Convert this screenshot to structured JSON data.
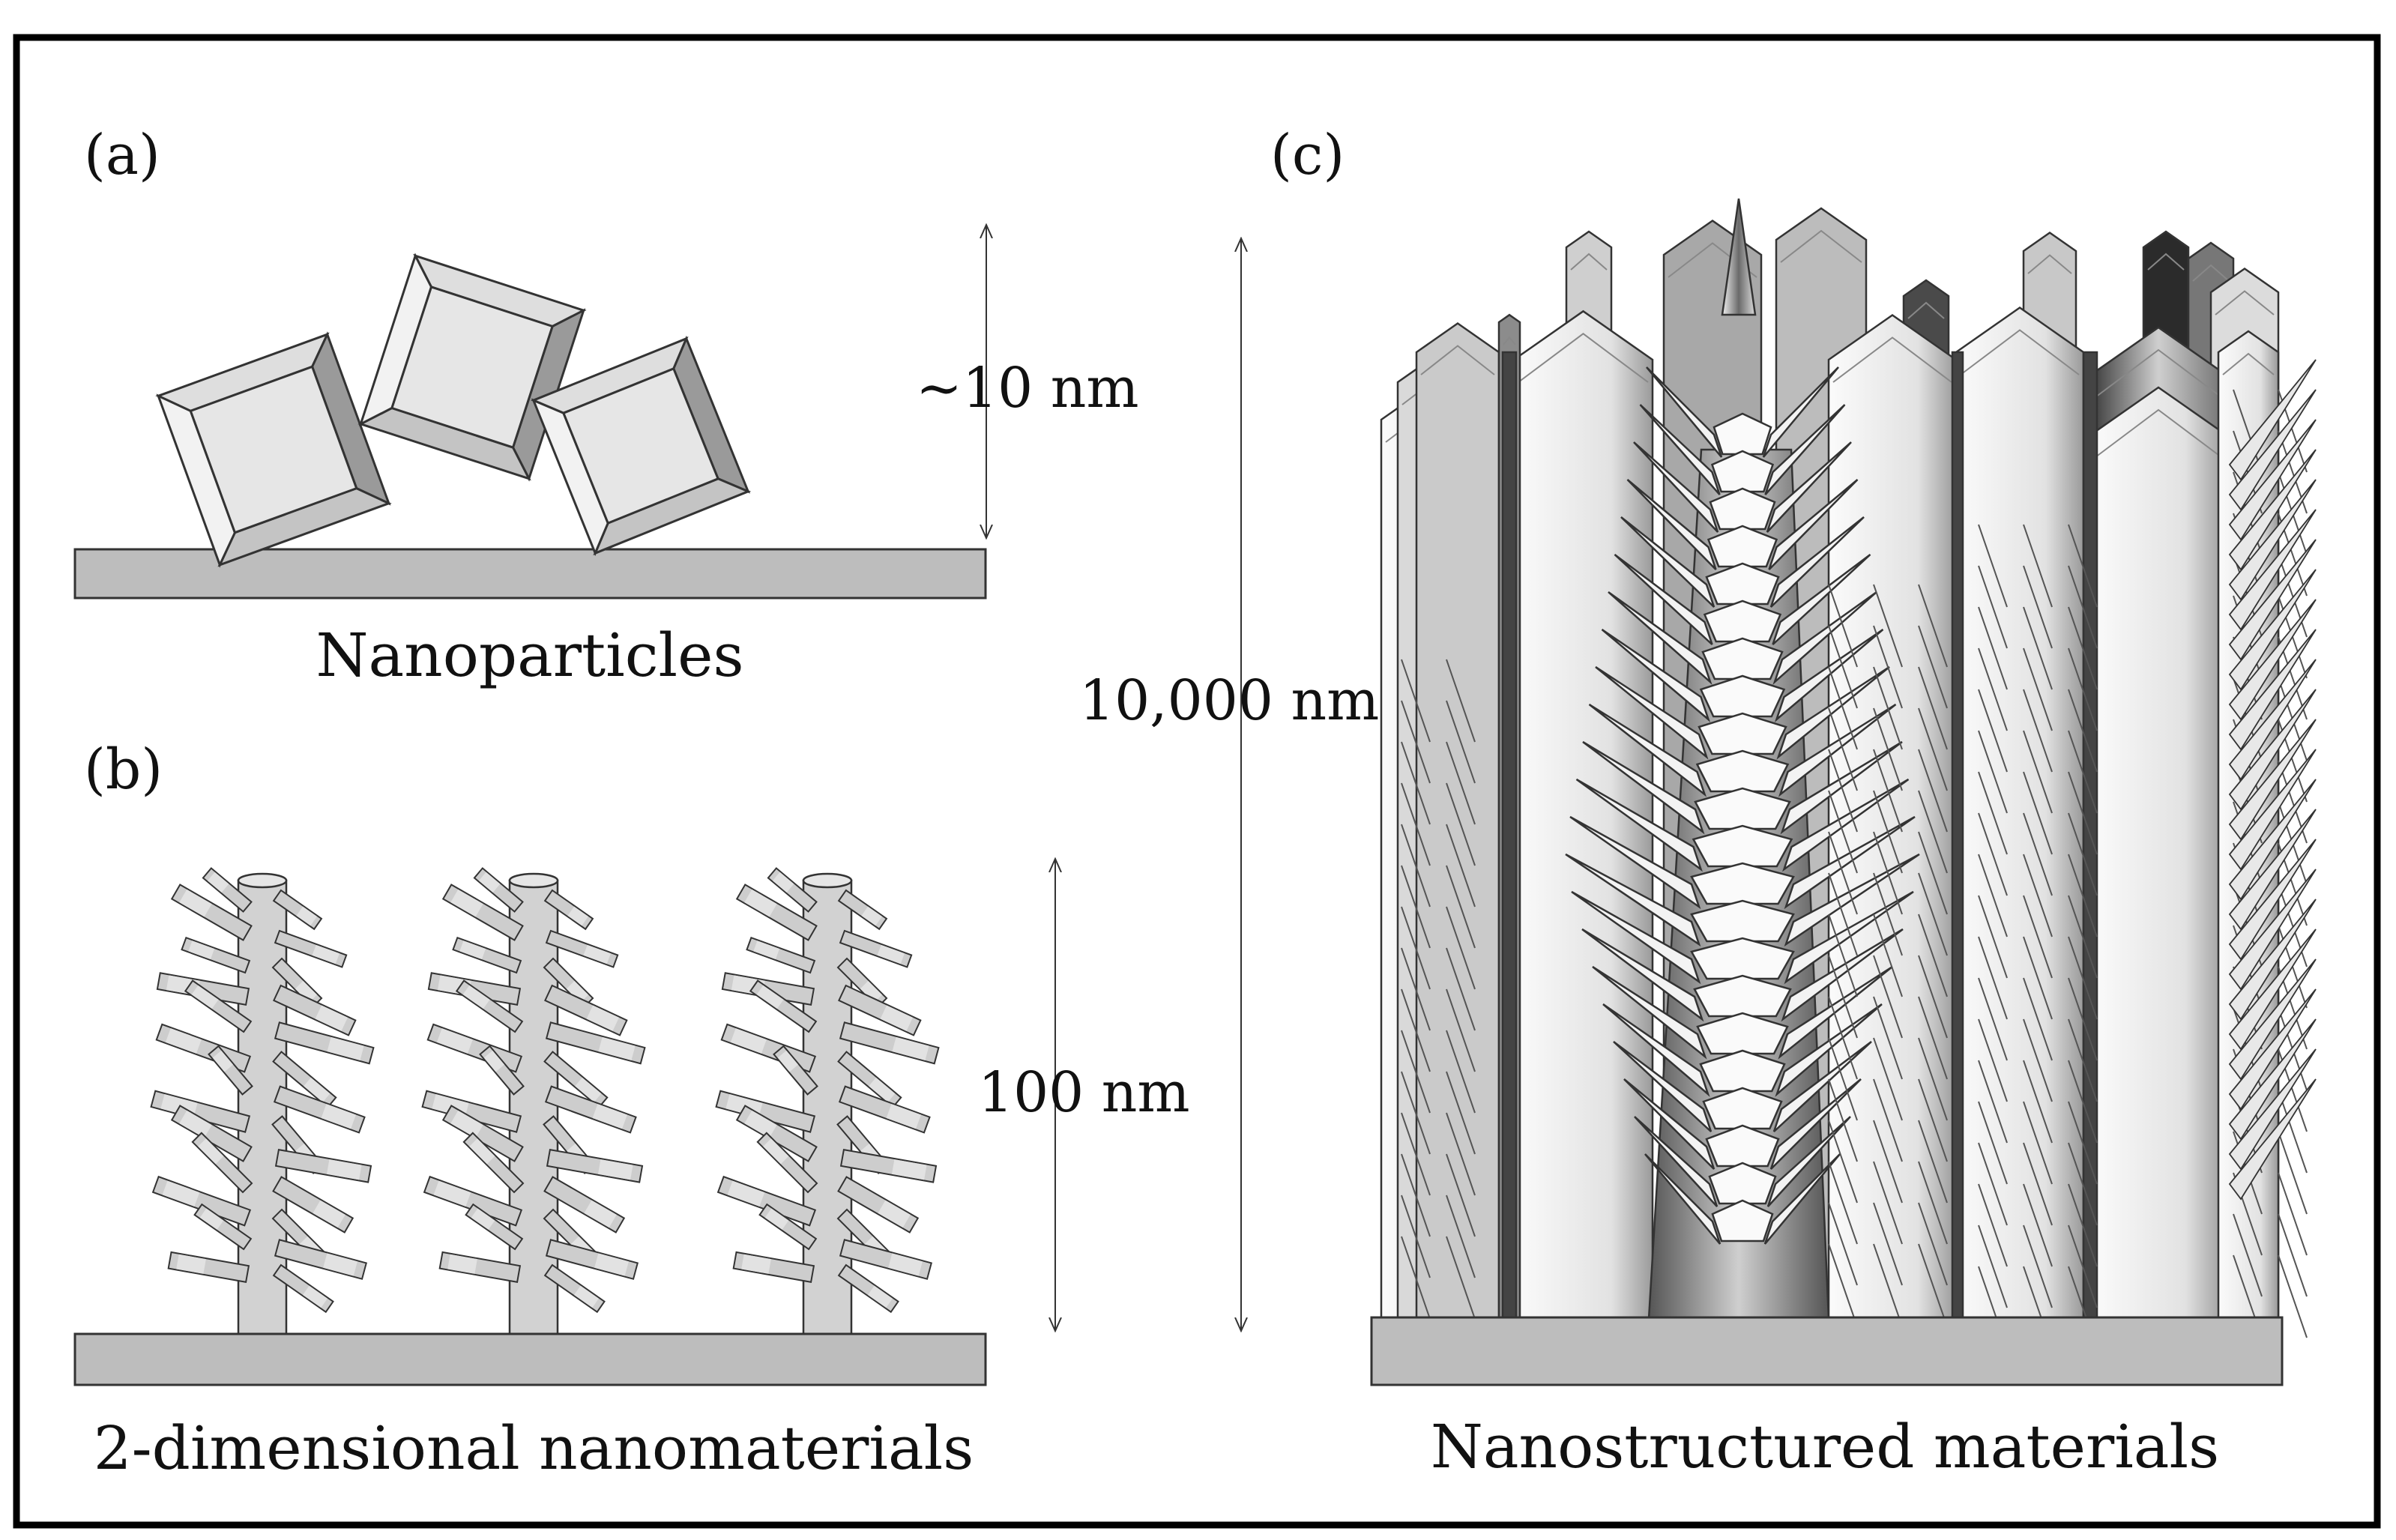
{
  "panels": {
    "a": {
      "label": "(a)",
      "caption": "Nanoparticles",
      "scale": "~10 nm"
    },
    "b": {
      "label": "(b)",
      "caption": "2-dimensional nanomaterials",
      "scale": "100 nm"
    },
    "c": {
      "label": "(c)",
      "caption": "Nanostructured materials",
      "scale": "10,000 nm"
    }
  },
  "colors": {
    "substrate": "#bdbdbd",
    "outline": "#333333",
    "light": "#e6e6e6",
    "mid": "#a9a9a9",
    "dark": "#555555"
  }
}
